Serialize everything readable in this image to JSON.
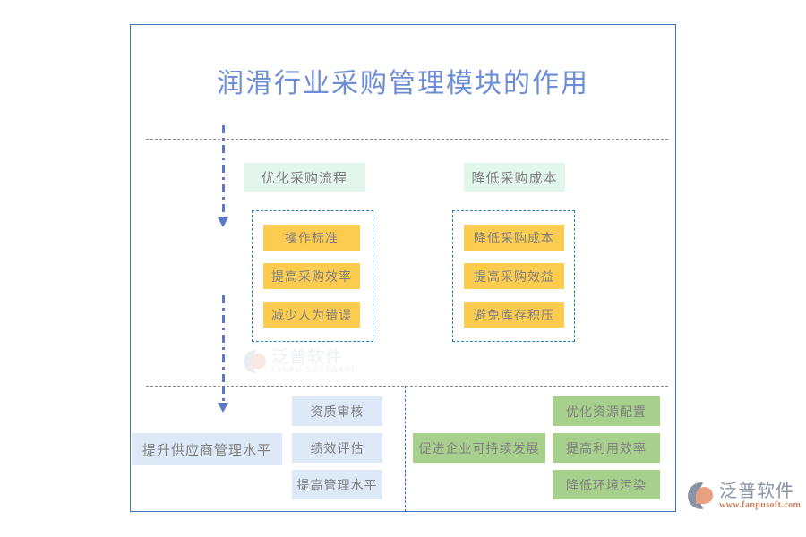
{
  "diagram": {
    "title": "润滑行业采购管理模块的作用",
    "title_color": "#6d8ed6",
    "frame_color": "#4472c4",
    "groups": {
      "optimize_process": {
        "header": "优化采购流程",
        "header_bg": "#e3f6ec",
        "item_bg": "#fbcc50",
        "items": [
          "操作标准",
          "提高采购效率",
          "减少人为错误"
        ]
      },
      "reduce_cost": {
        "header": "降低采购成本",
        "header_bg": "#e3f6ec",
        "item_bg": "#fbcc50",
        "items": [
          "降低采购成本",
          "提高采购效益",
          "避免库存积压"
        ]
      },
      "supplier_management": {
        "label": "提升供应商管理水平",
        "label_bg": "#dee9f7",
        "item_bg": "#dee9f7",
        "items": [
          "资质审核",
          "绩效评估",
          "提高管理水平"
        ]
      },
      "sustainable_development": {
        "label": "促进企业可持续发展",
        "label_bg": "#a8d08d",
        "item_bg": "#a8d08d",
        "items": [
          "优化资源配置",
          "提高利用效率",
          "降低环境污染"
        ]
      }
    }
  },
  "watermark": {
    "name_cn": "泛普软件",
    "name_en": "FANPU SOFTWARE"
  },
  "logo": {
    "name_cn": "泛普软件",
    "url": "www.fanpusoft.com"
  }
}
